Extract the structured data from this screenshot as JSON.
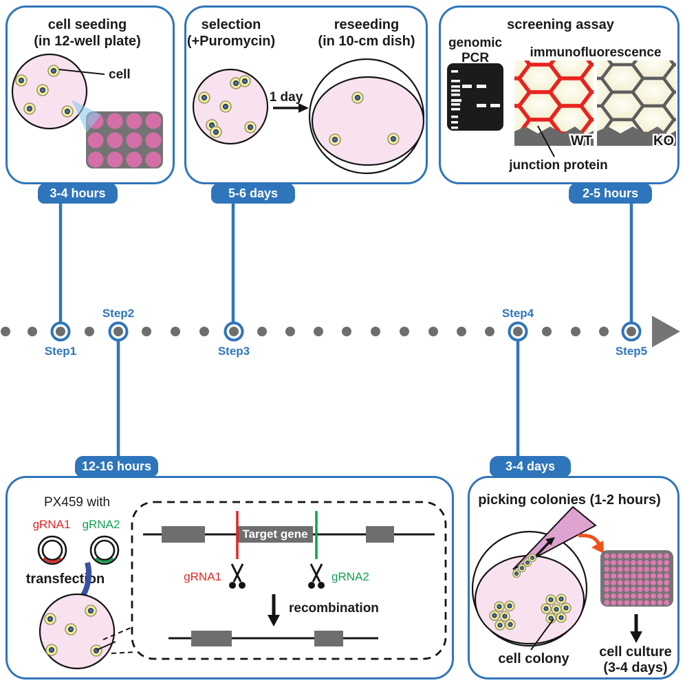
{
  "colors": {
    "accent_blue": "#2e75bb",
    "timeline_gray": "#6e6e6e",
    "red": "#e8231f",
    "green": "#0ba44d",
    "dish_pink": "#f9e2ef",
    "cell_yellow": "#f2eda2",
    "cell_nucleus_blue": "#4470b5",
    "well_pink": "#d56fa7",
    "plate_gray": "#747474",
    "transfection_arrow_blue": "#3a50a5",
    "orange_arrow": "#f1511b"
  },
  "icons": {
    "timeline_arrow": "right-triangle",
    "scissors": "open-scissors",
    "plasmid": "double-circle-plasmid",
    "petri_dish": "circle-dish",
    "gel": "electrophoresis-gel",
    "pipette": "pipette-tip"
  },
  "timeline": {
    "steps": [
      "Step1",
      "Step2",
      "Step3",
      "Step4",
      "Step5"
    ]
  },
  "panels": {
    "seeding": {
      "title1": "cell seeding",
      "title2": "(in 12-well plate)",
      "cell_label": "cell",
      "duration": "3-4 hours"
    },
    "selection": {
      "title1": "selection",
      "title2": "(+Puromycin)",
      "reseed1": "reseeding",
      "reseed2": "(in 10-cm dish)",
      "interval": "1 day",
      "duration": "5-6 days"
    },
    "screening": {
      "title": "screening assay",
      "pcr1": "genomic",
      "pcr2": "PCR",
      "immuno": "immunofluorescence",
      "wt": "WT",
      "ko": "KO",
      "junction": "junction protein",
      "duration": "2-5 hours"
    },
    "transfection": {
      "plasmid": "PX459 with",
      "grna1": "gRNA1",
      "grna2": "gRNA2",
      "label": "transfection",
      "target_gene": "Target gene",
      "recombination": "recombination",
      "duration": "12-16 hours"
    },
    "picking": {
      "title": "picking colonies (1-2 hours)",
      "colony": "cell colony",
      "culture1": "cell culture",
      "culture2": "(3-4 days)",
      "duration": "3-4 days"
    }
  }
}
